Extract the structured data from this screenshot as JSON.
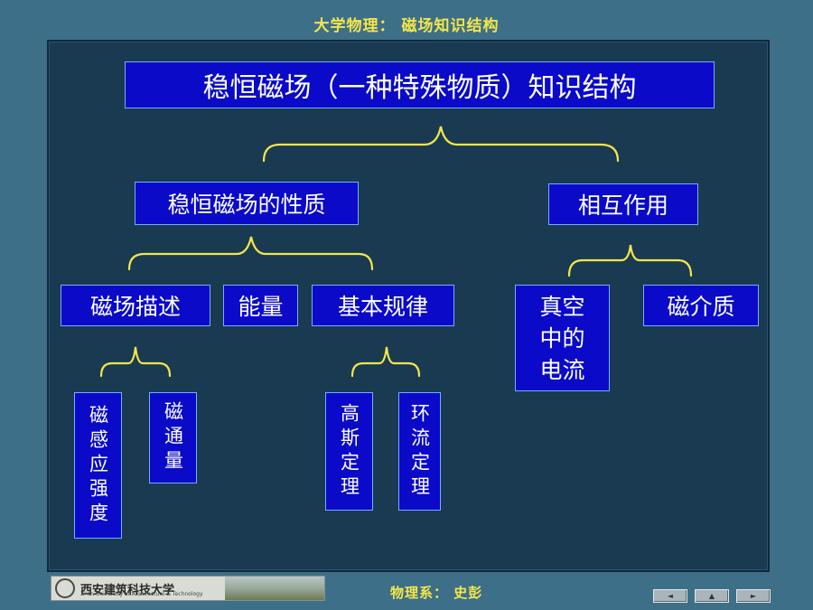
{
  "header": {
    "title": "大学物理： 磁场知识结构"
  },
  "root": {
    "label": "稳恒磁场（一种特殊物质）知识结构"
  },
  "level1": {
    "properties": "稳恒磁场的性质",
    "interaction": "相互作用"
  },
  "level2": {
    "field_description": "磁场描述",
    "energy": "能量",
    "basic_laws": "基本规律",
    "current_in_vacuum": "真空中的电流",
    "magnetic_medium": "磁介质"
  },
  "level3": {
    "magnetic_induction": "磁感应强度",
    "magnetic_flux": "磁通量",
    "gauss_theorem": "高斯定理",
    "circuital_theorem": "环流定理"
  },
  "colors": {
    "box_fill": "#0a0ac8",
    "box_border": "#6fb0ff",
    "brace": "#f4e64a",
    "panel": "#1a3a52",
    "background": "#3e6f88"
  },
  "footer": {
    "school_name": "西安建筑科技大学",
    "school_name_en": "Xi'an University of Architecture & Technology",
    "department": "物理系： 史彭"
  },
  "nav": {
    "prev": "◄",
    "home": "▲",
    "next": "►"
  }
}
